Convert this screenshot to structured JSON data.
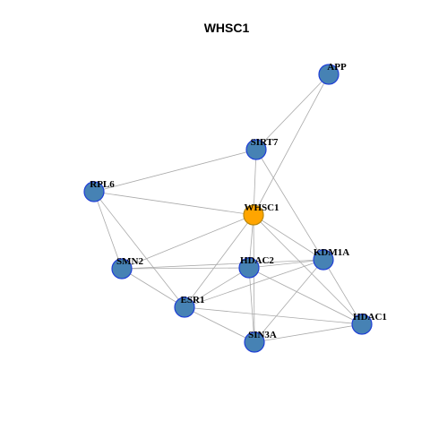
{
  "title": "WHSC1",
  "colors": {
    "edge": "#aaaaaa",
    "node_fill": "#4682b4",
    "node_stroke": "#1f3fd6",
    "center_fill": "#ffa500",
    "center_stroke": "#b8860b"
  },
  "nodes": [
    {
      "id": "APP",
      "label": "APP",
      "highlight": false
    },
    {
      "id": "SIRT7",
      "label": "SIRT7",
      "highlight": false
    },
    {
      "id": "RPL6",
      "label": "RPL6",
      "highlight": false
    },
    {
      "id": "WHSC1",
      "label": "WHSC1",
      "highlight": true
    },
    {
      "id": "KDM1A",
      "label": "KDM1A",
      "highlight": false
    },
    {
      "id": "HDAC2",
      "label": "HDAC2",
      "highlight": false
    },
    {
      "id": "SMN2",
      "label": "SMN2",
      "highlight": false
    },
    {
      "id": "ESR1",
      "label": "ESR1",
      "highlight": false
    },
    {
      "id": "HDAC1",
      "label": "HDAC1",
      "highlight": false
    },
    {
      "id": "SIN3A",
      "label": "SIN3A",
      "highlight": false
    }
  ],
  "edges": [
    [
      "APP",
      "SIRT7"
    ],
    [
      "APP",
      "WHSC1"
    ],
    [
      "SIRT7",
      "RPL6"
    ],
    [
      "SIRT7",
      "WHSC1"
    ],
    [
      "SIRT7",
      "KDM1A"
    ],
    [
      "RPL6",
      "WHSC1"
    ],
    [
      "RPL6",
      "SMN2"
    ],
    [
      "RPL6",
      "ESR1"
    ],
    [
      "WHSC1",
      "SMN2"
    ],
    [
      "WHSC1",
      "HDAC2"
    ],
    [
      "WHSC1",
      "ESR1"
    ],
    [
      "WHSC1",
      "SIN3A"
    ],
    [
      "WHSC1",
      "KDM1A"
    ],
    [
      "WHSC1",
      "HDAC1"
    ],
    [
      "SMN2",
      "HDAC2"
    ],
    [
      "SMN2",
      "KDM1A"
    ],
    [
      "SMN2",
      "ESR1"
    ],
    [
      "HDAC2",
      "KDM1A"
    ],
    [
      "HDAC2",
      "ESR1"
    ],
    [
      "HDAC2",
      "SIN3A"
    ],
    [
      "HDAC2",
      "HDAC1"
    ],
    [
      "ESR1",
      "KDM1A"
    ],
    [
      "ESR1",
      "SIN3A"
    ],
    [
      "ESR1",
      "HDAC1"
    ],
    [
      "KDM1A",
      "SIN3A"
    ],
    [
      "KDM1A",
      "HDAC1"
    ],
    [
      "SIN3A",
      "HDAC1"
    ]
  ]
}
